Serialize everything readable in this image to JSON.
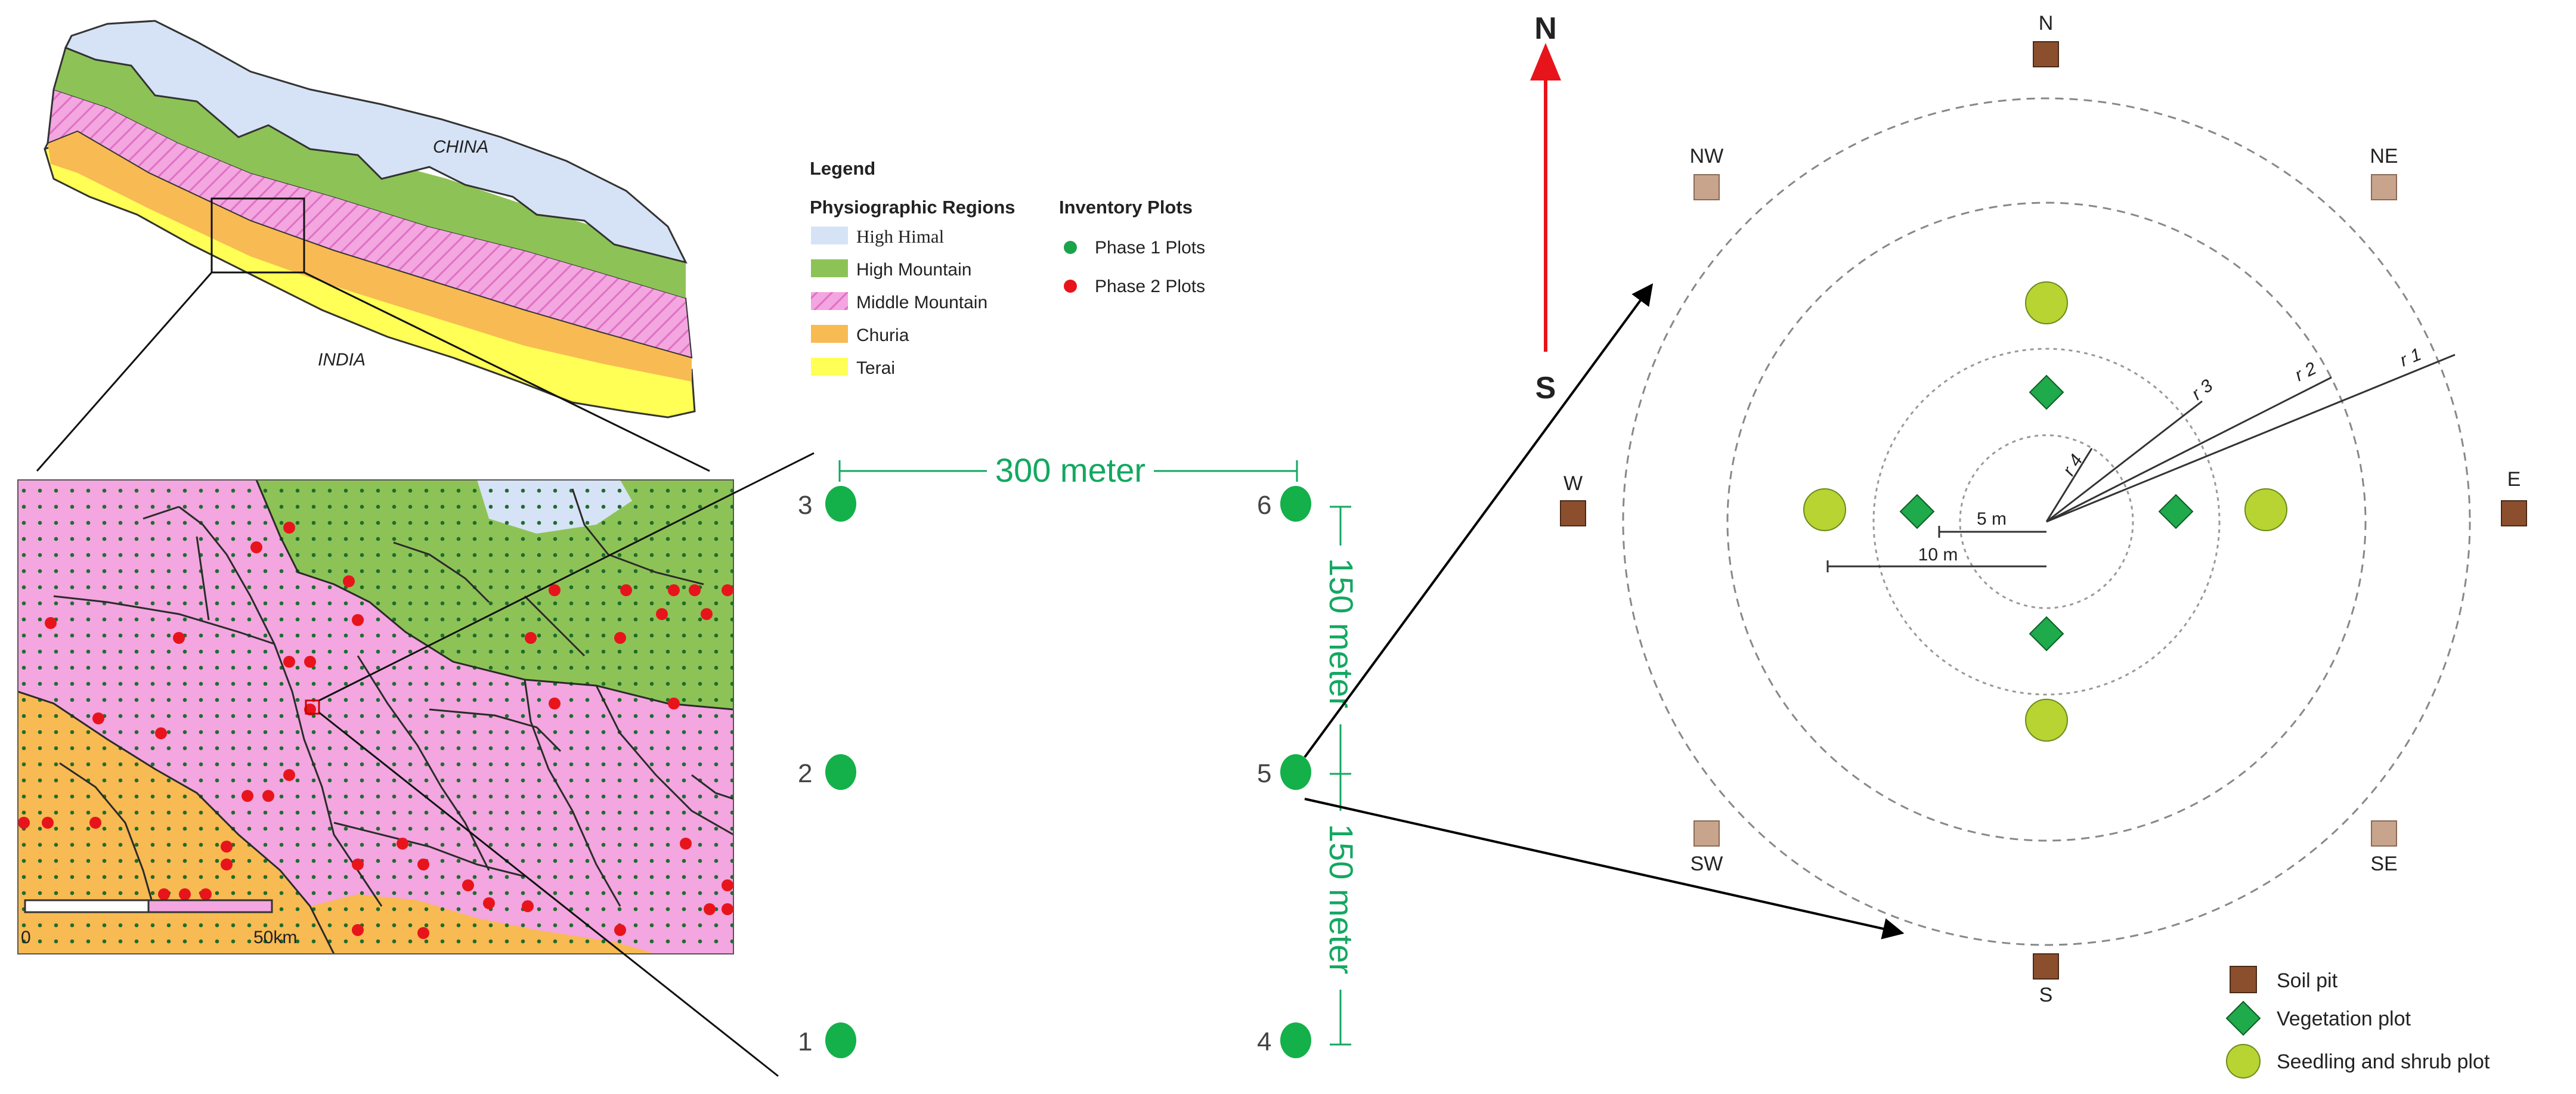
{
  "map": {
    "country_labels": {
      "north": "CHINA",
      "south": "INDIA"
    },
    "scale_bar": {
      "start": "0",
      "end": "50km"
    },
    "region_colors": {
      "high_himal": "#d6e3f6",
      "high_mountain": "#8dc356",
      "middle_mountain": "#f3a6df",
      "churia": "#f8ba52",
      "terai": "#ffff55"
    }
  },
  "legend": {
    "title": "Legend",
    "regions_heading": "Physiographic Regions",
    "regions": [
      "High Himal",
      "High Mountain",
      "Middle Mountain",
      "Churia",
      "Terai"
    ],
    "plots_heading": "Inventory Plots",
    "plots": [
      {
        "label": "Phase 1 Plots",
        "color": "#1aa34a"
      },
      {
        "label": "Phase 2 Plots",
        "color": "#e8141c"
      }
    ]
  },
  "cluster": {
    "plot_numbers": [
      "1",
      "2",
      "3",
      "4",
      "5",
      "6"
    ],
    "horizontal_distance": "300 meter",
    "vertical_distance_upper": "150 meter",
    "vertical_distance_lower": "150 meter",
    "plot_color": "#14b04a"
  },
  "plot_layout": {
    "compass": {
      "north": "N",
      "south": "S"
    },
    "directions": [
      "N",
      "NE",
      "E",
      "SE",
      "S",
      "SW",
      "W",
      "NW"
    ],
    "radii_labels": [
      "r 1",
      "r 2",
      "r 3",
      "r 4"
    ],
    "scale_labels": [
      "5 m",
      "10 m"
    ],
    "colors": {
      "soil_pit": "#8b4f2e",
      "soil_pit_light": "#c9a48c",
      "vegetation_plot": "#1faa4b",
      "seedling_plot": "#b8d433"
    },
    "legend": [
      "Soil pit",
      "Vegetation plot",
      "Seedling and shrub plot"
    ]
  }
}
